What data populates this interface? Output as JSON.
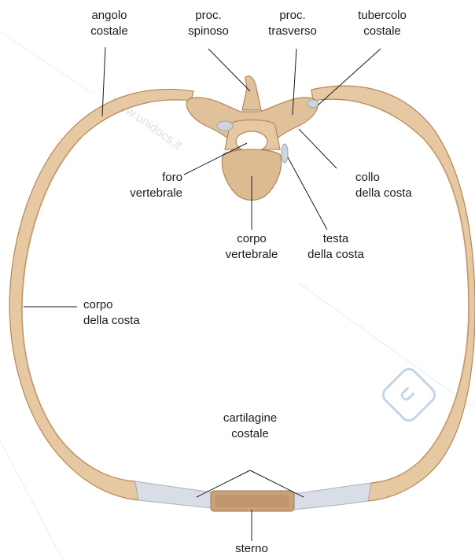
{
  "colors": {
    "bone": "#e6c9a2",
    "bone_shade": "#c89f72",
    "bone_outline": "#b48657",
    "cartilage": "#d9dee6",
    "sternum": "#caa27a",
    "leader": "#1b1b1b"
  },
  "labels": {
    "angolo_costale": [
      "angolo",
      "costale"
    ],
    "proc_spinoso": [
      "proc.",
      "spinoso"
    ],
    "proc_trasverso": [
      "proc.",
      "trasverso"
    ],
    "tubercolo_costale": [
      "tubercolo",
      "costale"
    ],
    "foro_vertebrale": [
      "foro",
      "vertebrale"
    ],
    "collo_della_costa": [
      "collo",
      "della costa"
    ],
    "corpo_vertebrale": [
      "corpo",
      "vertebrale"
    ],
    "testa_della_costa": [
      "testa",
      "della costa"
    ],
    "corpo_della_costa": [
      "corpo",
      "della costa"
    ],
    "cartilagine_costale": [
      "cartilagine",
      "costale"
    ],
    "sterno": [
      "sterno"
    ]
  },
  "watermark": "www.unidocs.it"
}
